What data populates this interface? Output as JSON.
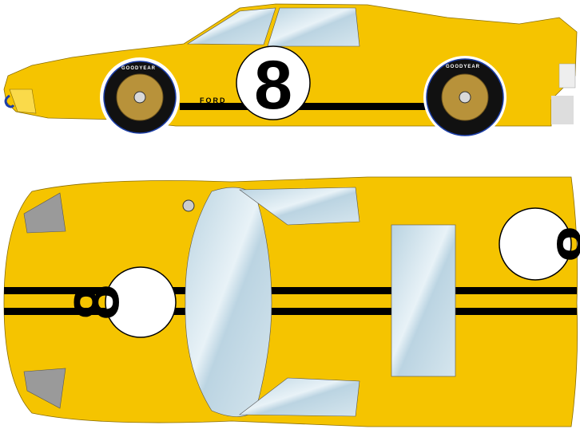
{
  "car": {
    "race_number": "8",
    "brand_lettering": "FORD",
    "tyre_lettering": "GOODYEAR",
    "colors": {
      "body": "#F5C400",
      "stripe": "#000000",
      "glass": "#C8DDE8",
      "roundel": "#FFFFFF",
      "wheel": "#B8923A",
      "tyre": "#111111"
    }
  }
}
